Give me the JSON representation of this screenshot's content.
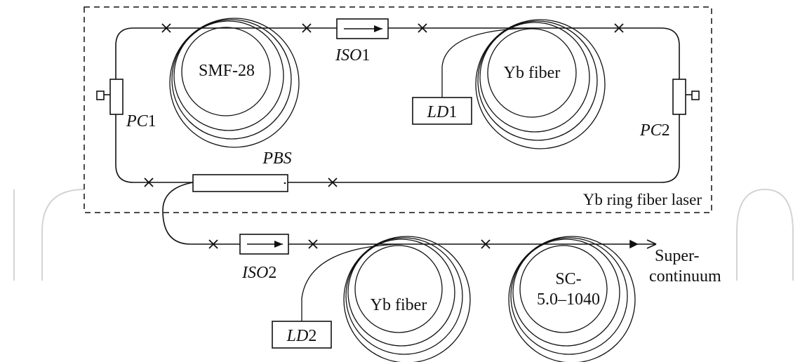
{
  "diagram": {
    "region_label": "Yb ring fiber laser",
    "coils": {
      "smf": "SMF-28",
      "yb_ring": "Yb fiber",
      "yb_amp": "Yb fiber",
      "sc_line1": "SC-",
      "sc_line2": "5.0–1040"
    },
    "components": {
      "iso1_italic": "ISO",
      "iso1_num": "1",
      "iso2_italic": "ISO",
      "iso2_num": "2",
      "ld1_italic": "LD",
      "ld1_num": "1",
      "ld2_italic": "LD",
      "ld2_num": "2",
      "pc1_italic": "PC",
      "pc1_num": "1",
      "pc2_italic": "PC",
      "pc2_num": "2",
      "pbs": "PBS"
    },
    "output_line1": "Super-",
    "output_line2": "continuum"
  },
  "colors": {
    "ink": "#111111",
    "watermark": "#d4d4d4",
    "background": "#ffffff"
  }
}
